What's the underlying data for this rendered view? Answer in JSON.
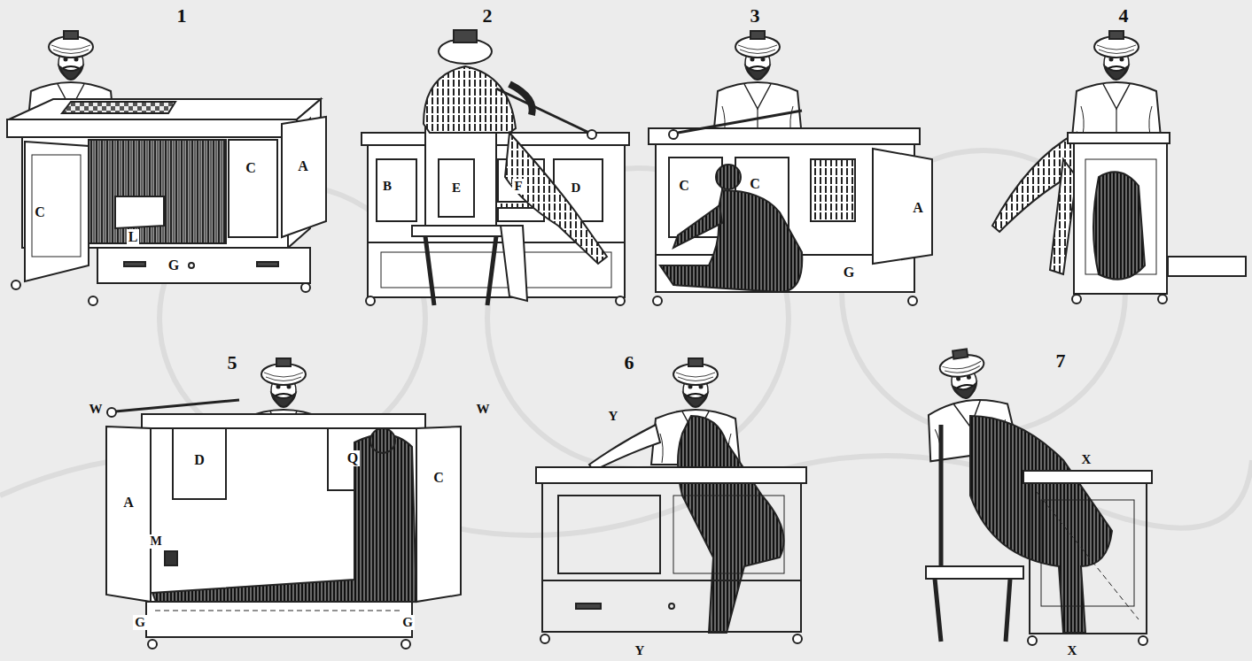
{
  "diagram": {
    "labels": [
      "1",
      "C",
      "C",
      "A",
      "L",
      "G",
      "2",
      "B",
      "E",
      "F",
      "D",
      "3",
      "C",
      "C",
      "A",
      "G",
      "4",
      "5",
      "W",
      "W",
      "A",
      "D",
      "Q",
      "C",
      "M",
      "G",
      "G",
      "6",
      "Y",
      "Y",
      "7",
      "X",
      "X"
    ]
  }
}
